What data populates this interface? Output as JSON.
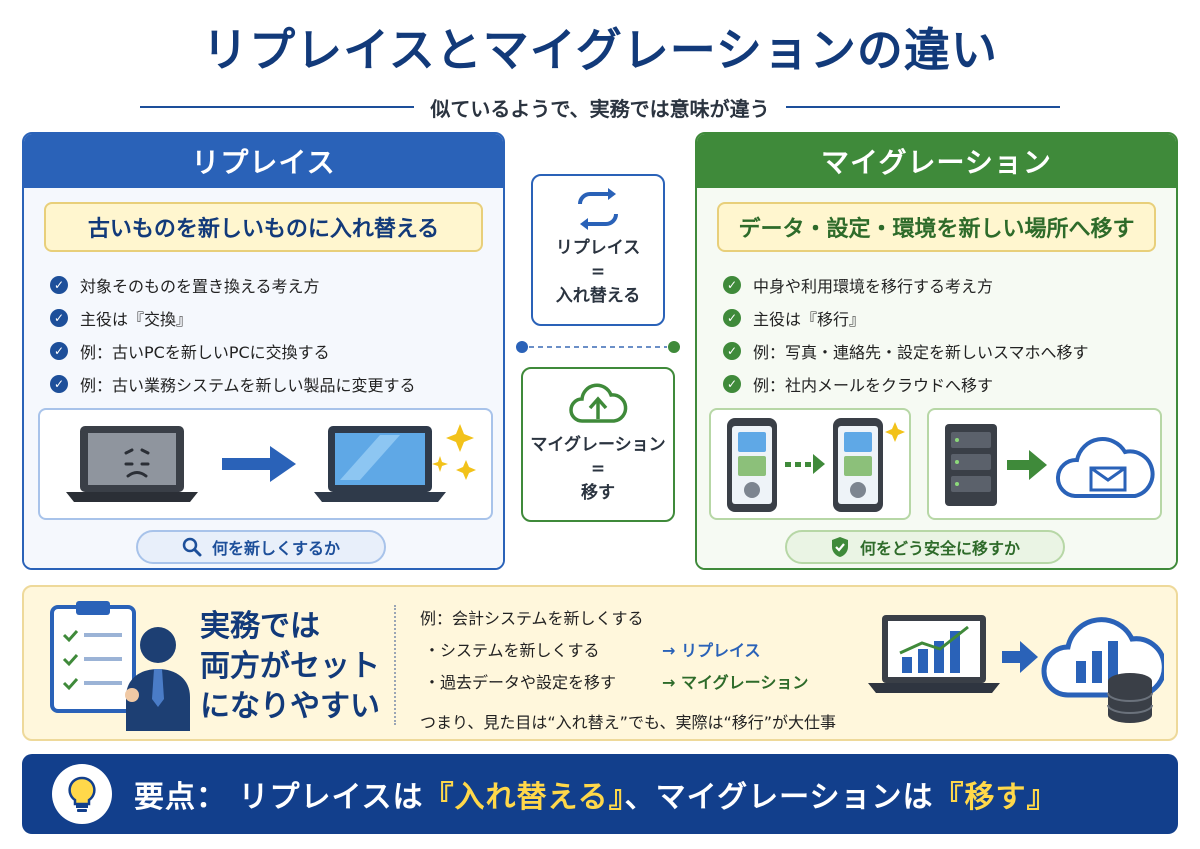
{
  "header": {
    "title": "リプレイスとマイグレーションの違い",
    "subtitle": "似ているようで、実務では意味が違う"
  },
  "replace": {
    "heading": "リプレイス",
    "tagline": "古いものを新しいものに入れ替える",
    "points": [
      "対象そのものを置き換える考え方",
      "主役は『交換』",
      "例：古いPCを新しいPCに交換する",
      "例：古い業務システムを新しい製品に変更する"
    ],
    "pill": "何を新しくするか"
  },
  "migrate": {
    "heading": "マイグレーション",
    "tagline": "データ・設定・環境を新しい場所へ移す",
    "points": [
      "中身や利用環境を移行する考え方",
      "主役は『移行』",
      "例：写真・連絡先・設定を新しいスマホへ移す",
      "例：社内メールをクラウドへ移す"
    ],
    "pill": "何をどう安全に移すか"
  },
  "middle": {
    "replace_lines": [
      "リプレイス",
      "=",
      "入れ替える"
    ],
    "migrate_lines": [
      "マイグレーション",
      "=",
      "移す"
    ]
  },
  "practice": {
    "title_lines": [
      "実務では",
      "両方がセット",
      "になりやすい"
    ],
    "example": "例：会計システムを新しくする",
    "items": [
      {
        "text": "・システムを新しくする",
        "result": "→ リプレイス"
      },
      {
        "text": "・過去データや設定を移す",
        "result": "→ マイグレーション"
      }
    ],
    "summary": "つまり、見た目は“入れ替え”でも、実際は“移行”が大仕事"
  },
  "keypoint": {
    "prefix": "要点：",
    "part1": "リプレイスは",
    "emph1": "『入れ替える』",
    "part2": "、マイグレーションは",
    "emph2": "『移す』"
  },
  "colors": {
    "replace_blue": "#2a62b8",
    "migrate_green": "#3f8a3a",
    "title_navy": "#123a7a",
    "highlight_yellow": "#ffd84a"
  },
  "icons": [
    "check-icon",
    "sad-laptop-icon",
    "arrow-right-icon",
    "new-laptop-icon",
    "sparkle-icon",
    "search-icon",
    "swap-arrows-icon",
    "cloud-upload-icon",
    "smartphone-icon",
    "server-icon",
    "mail-cloud-icon",
    "shield-check-icon",
    "checklist-clipboard-icon",
    "businessman-icon",
    "chart-laptop-icon",
    "cloud-database-icon",
    "lightbulb-icon"
  ]
}
